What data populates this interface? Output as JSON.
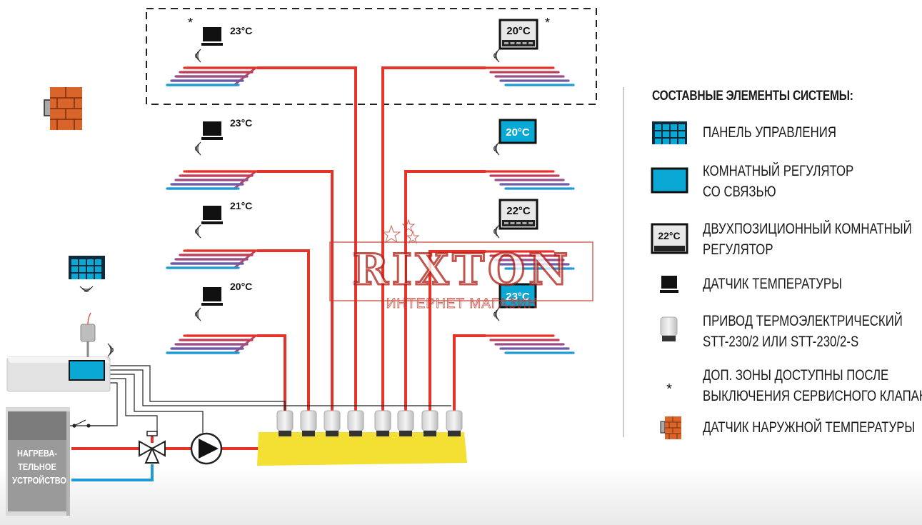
{
  "legend": {
    "title": "СОСТАВНЫЕ ЭЛЕМЕНТЫ СИСТЕМЫ:",
    "items": [
      {
        "icon": "control-panel-icon",
        "line1": "ПАНЕЛЬ УПРАВЛЕНИЯ",
        "line2": ""
      },
      {
        "icon": "wireless-room-regulator-icon",
        "line1": "КОМНАТНЫЙ РЕГУЛЯТОР",
        "line2": "СО СВЯЗЬЮ"
      },
      {
        "icon": "two-position-regulator-icon",
        "icon_text": "22°C",
        "line1": "ДВУХПОЗИЦИОННЫЙ КОМНАТНЫЙ",
        "line2": "РЕГУЛЯТОР"
      },
      {
        "icon": "temperature-sensor-icon",
        "line1": "ДАТЧИК ТЕМПЕРАТУРЫ",
        "line2": ""
      },
      {
        "icon": "actuator-icon",
        "line1": "ПРИВОД ТЕРМОЭЛЕКТРИЧЕСКИЙ",
        "line2": "STT-230/2 ИЛИ STT-230/2-S"
      },
      {
        "icon": "asterisk-icon",
        "line1": "ДОП. ЗОНЫ ДОСТУПНЫ ПОСЛЕ",
        "line2": "ВЫКЛЮЧЕНИЯ СЕРВИСНОГО КЛАПАНА"
      },
      {
        "icon": "outdoor-sensor-icon",
        "line1": "ДАТЧИК НАРУЖНОЙ ТЕМПЕРАТУРЫ",
        "line2": ""
      }
    ]
  },
  "zones": {
    "left": [
      {
        "sensor_temp": "23°C",
        "extra_zone": true
      },
      {
        "sensor_temp": "23°C",
        "extra_zone": false
      },
      {
        "sensor_temp": "21°C",
        "extra_zone": false
      },
      {
        "sensor_temp": "20°C",
        "extra_zone": false
      }
    ],
    "right": [
      {
        "device": "two-position-regulator",
        "display": "20°C",
        "extra_zone": true
      },
      {
        "device": "wireless-room-regulator",
        "display": "20°C",
        "extra_zone": false
      },
      {
        "device": "two-position-regulator",
        "display": "22°C",
        "extra_zone": false
      },
      {
        "device": "wireless-room-regulator",
        "display": "23°C",
        "extra_zone": false
      }
    ]
  },
  "asterisk": "*",
  "heater": {
    "line1": "НАГРЕВА-",
    "line2": "ТЕЛЬНОЕ",
    "line3": "УСТРОЙСТВО"
  },
  "watermark": {
    "brand": "RIXTON",
    "subtitle": "ИНТЕРНЕТ МАГАЗИН"
  },
  "colors": {
    "supply": "#e5332a",
    "return": "#1f9ad6",
    "manifold": "#f3e033",
    "display_blue": "#0aa8d4",
    "brick": "#d9652a"
  }
}
